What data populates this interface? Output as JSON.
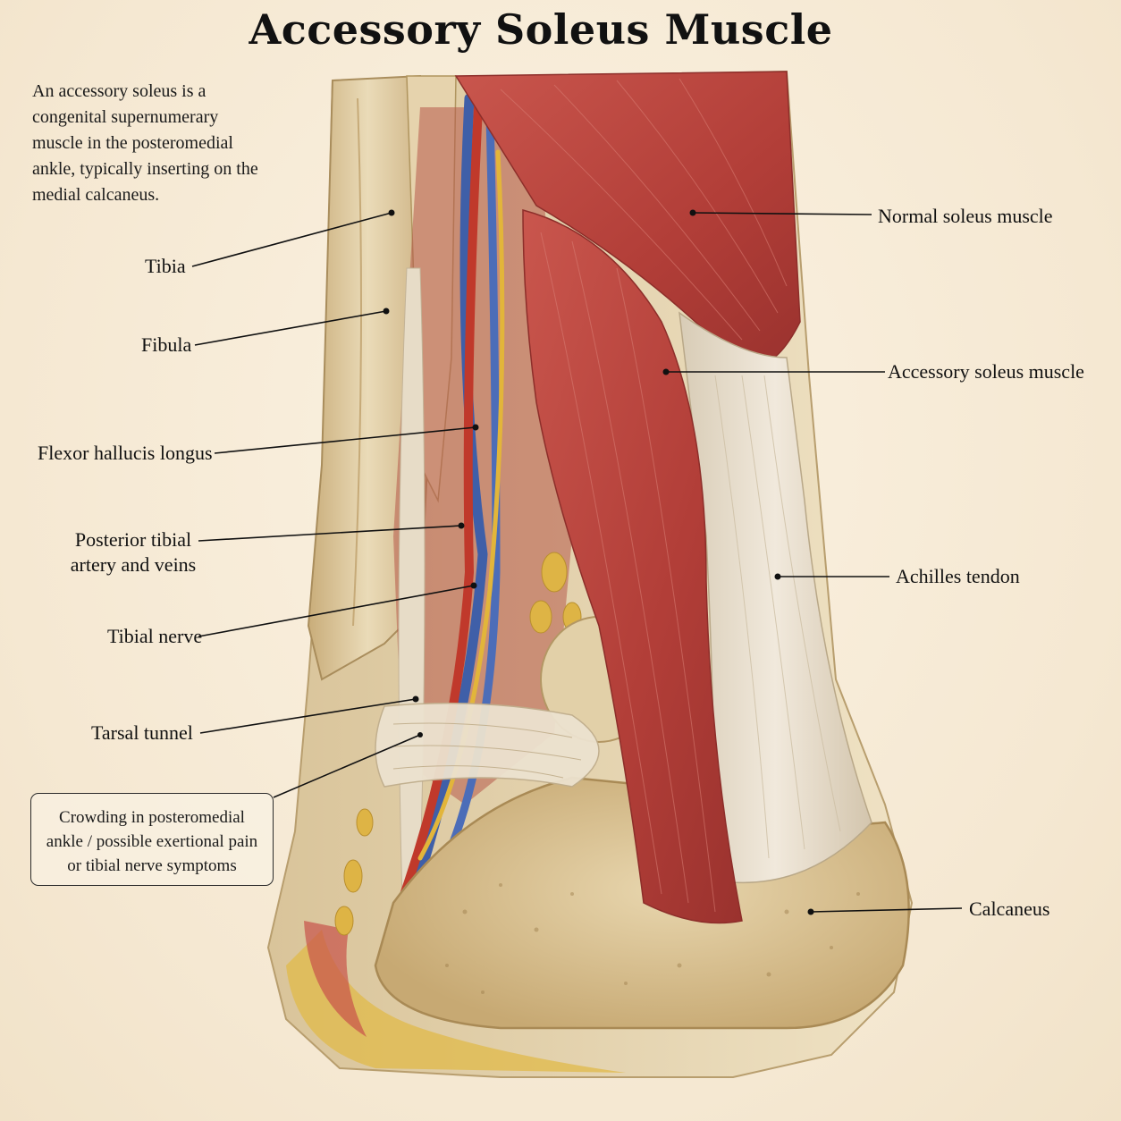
{
  "title": "Accessory Soleus Muscle",
  "intro": "An accessory soleus is a congenital supernumerary muscle in the posteromedial ankle, typically inserting on the medial calcaneus.",
  "labels": {
    "tibia": "Tibia",
    "fibula": "Fibula",
    "flexor_hallucis_longus": "Flexor hallucis longus",
    "posterior_tibial_line1": "Posterior tibial",
    "posterior_tibial_line2": "artery and veins",
    "tibial_nerve": "Tibial nerve",
    "tarsal_tunnel": "Tarsal tunnel",
    "normal_soleus": "Normal soleus muscle",
    "accessory_soleus": "Accessory soleus muscle",
    "achilles_tendon": "Achilles tendon",
    "calcaneus": "Calcaneus"
  },
  "callout": "Crowding in posteromedial ankle / possible exertional pain or tibial nerve symptoms",
  "colors": {
    "muscle": "#b8433c",
    "tendon": "#e6dccb",
    "bone": "#dcc79c",
    "artery": "#c0392b",
    "vein": "#3f5fa8",
    "nerve": "#e2b53a",
    "fat": "#e0b94a"
  }
}
